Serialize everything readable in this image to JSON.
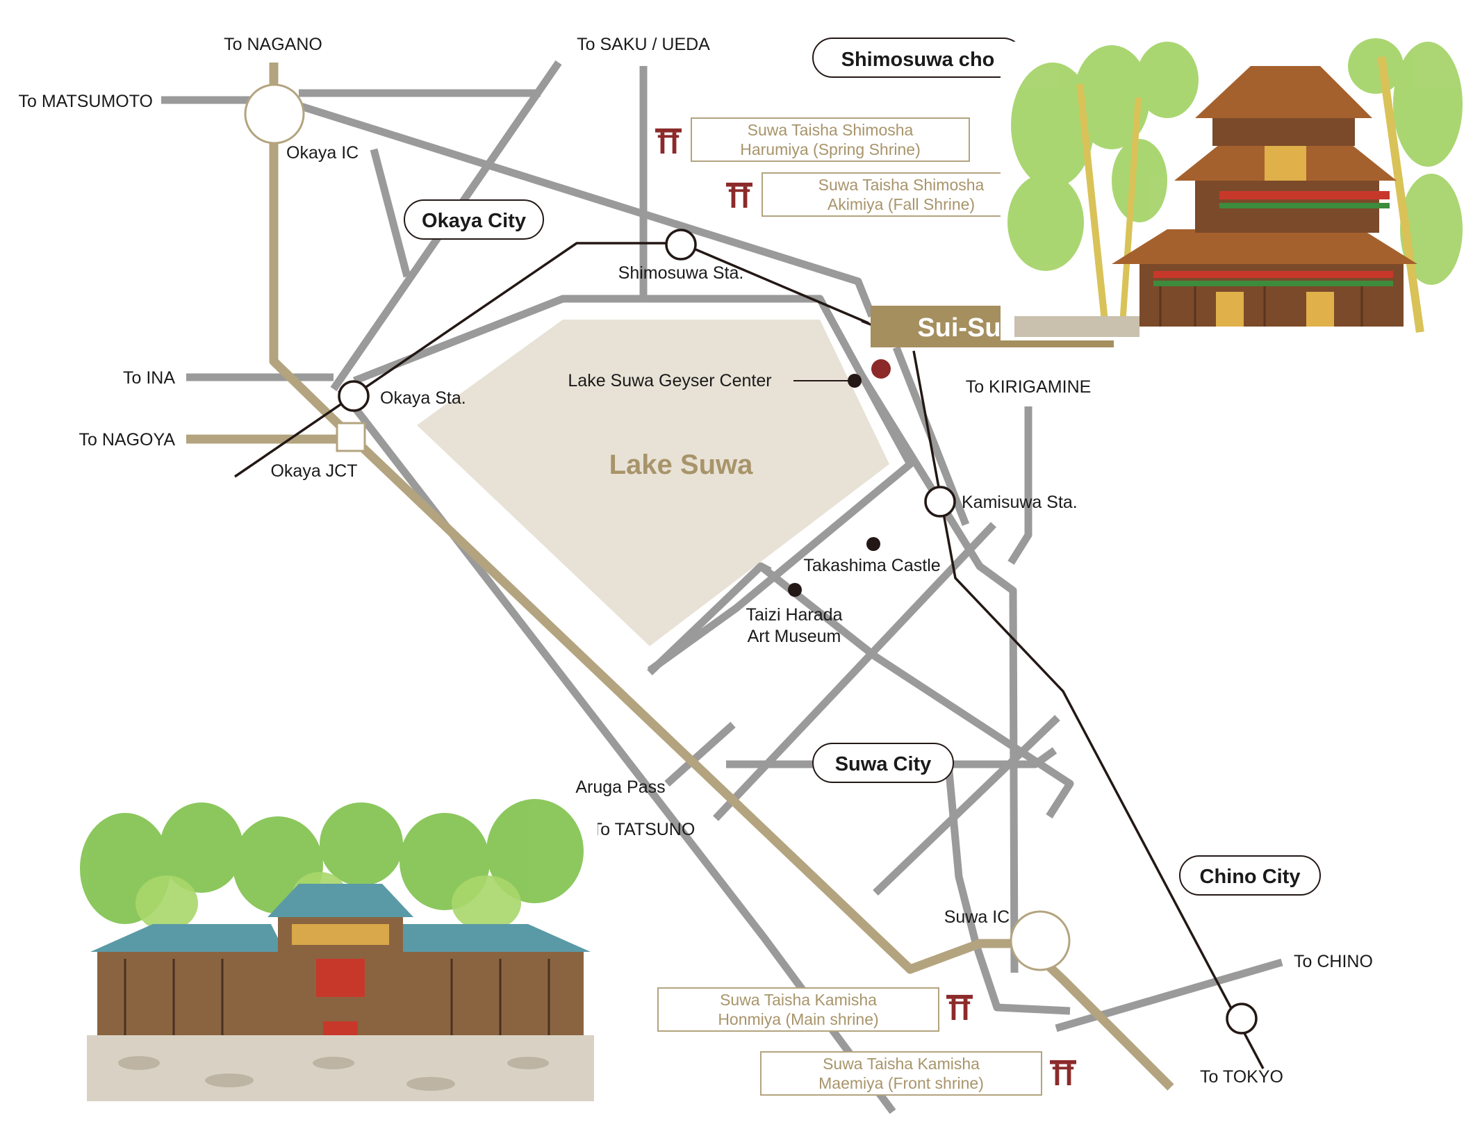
{
  "colors": {
    "road": "#9a9a9a",
    "expressway": "#b3a47f",
    "rail": "#231815",
    "lake": "#e8e2d6",
    "accent_text": "#a8946a",
    "shrine_icon": "#8c2a2a",
    "hotel_bg": "#a58f5f",
    "hotel_marker": "#8c2a2a"
  },
  "directions": {
    "nagano": "To NAGANO",
    "saku_ueda": "To SAKU / UEDA",
    "matsumoto": "To MATSUMOTO",
    "ina": "To INA",
    "nagoya": "To NAGOYA",
    "kirigamine": "To KIRIGAMINE",
    "tatsuno": "To TATSUNO",
    "chino": "To CHINO",
    "tokyo": "To TOKYO"
  },
  "areas": {
    "shimosuwa": "Shimosuwa cho",
    "okaya": "Okaya City",
    "suwa": "Suwa City",
    "chino": "Chino City"
  },
  "interchanges": {
    "okaya_ic": "Okaya IC",
    "okaya_jct": "Okaya JCT",
    "suwa_ic": "Suwa IC"
  },
  "stations": {
    "shimosuwa": "Shimosuwa Sta.",
    "okaya": "Okaya Sta.",
    "kamisuwa": "Kamisuwa Sta."
  },
  "lake": "Lake Suwa",
  "landmarks": {
    "geyser": "Lake Suwa Geyser Center",
    "takashima": "Takashima Castle",
    "taizi_line1": "Taizi Harada",
    "taizi_line2": "Art Museum",
    "aruga": "Aruga Pass"
  },
  "shrines": {
    "harumiya": {
      "line1": "Suwa Taisha Shimosha",
      "line2": "Harumiya (Spring Shrine)"
    },
    "akimiya": {
      "line1": "Suwa Taisha Shimosha",
      "line2": "Akimiya (Fall Shrine)"
    },
    "honmiya": {
      "line1": "Suwa Taisha Kamisha",
      "line2": "Honmiya (Main shrine)"
    },
    "maemiya": {
      "line1": "Suwa Taisha Kamisha",
      "line2": "Maemiya (Front shrine)"
    }
  },
  "hotel": "Sui-Suwako",
  "icons": {
    "shrine": "torii-icon",
    "station": "station-circle",
    "landmark": "landmark-dot",
    "hotel": "hotel-marker"
  },
  "illustrations": {
    "top_right": "shimosha-shrine-illustration",
    "bottom_left": "kamisha-shrine-illustration"
  }
}
